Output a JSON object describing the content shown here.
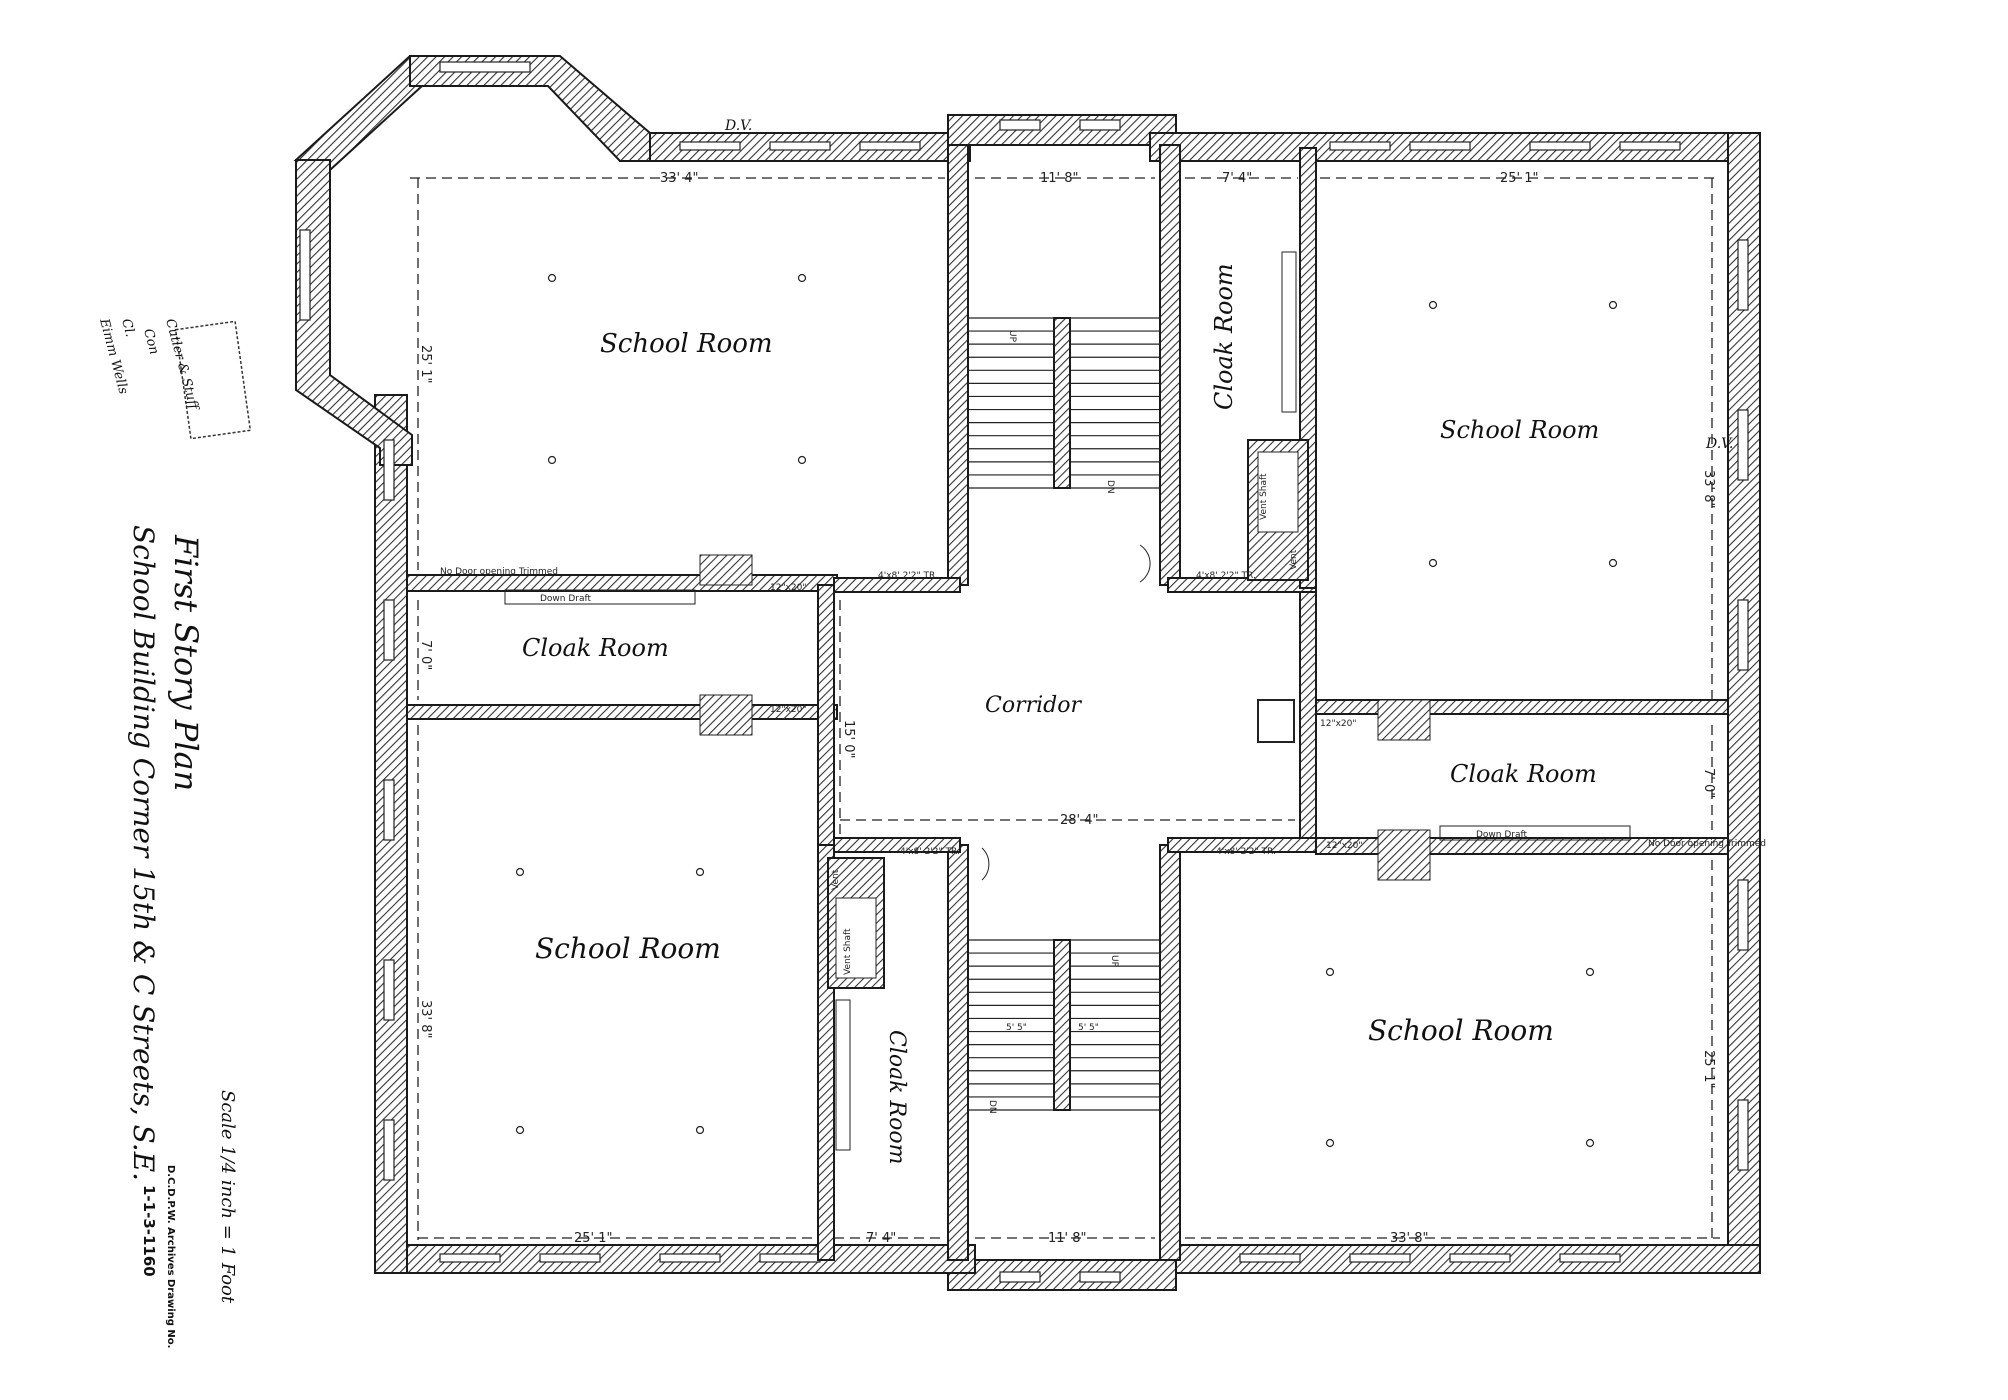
{
  "title": "First Story Plan",
  "subtitle": "School Building Corner 15th & C Streets, S.E.",
  "scale": "Scale 1/4 inch = 1 Foot",
  "archive_label": "D.C.D.P.W. Archives Drawing No.",
  "drawing_number": "1-1-3-1160",
  "rooms": {
    "school_room_nw": "School Room",
    "school_room_ne": "School Room",
    "school_room_sw": "School Room",
    "school_room_se": "School Room",
    "cloak_room_w": "Cloak Room",
    "cloak_room_e": "Cloak Room",
    "cloak_room_n": "Cloak Room",
    "cloak_room_s": "Cloak Room",
    "corridor": "Corridor"
  },
  "dimensions": {
    "nw_width": "33' 4\"",
    "nw_height": "25' 1\"",
    "stair_n_width": "11' 8\"",
    "cloak_n_width": "7' 4\"",
    "ne_width": "25' 1\"",
    "ne_height": "33' 8\"",
    "cloak_w_height": "7' 0\"",
    "corridor_width": "28' 4\"",
    "corridor_height": "15' 0\"",
    "sw_height": "33' 8\"",
    "sw_width": "25' 1\"",
    "cloak_s_width": "7' 4\"",
    "stair_s_width": "11' 8\"",
    "se_width": "33' 8\"",
    "se_height": "25' 1\"",
    "cloak_e_height": "7' 0\"",
    "stair_run_1": "5' 5\"",
    "stair_run_2": "5' 5\""
  },
  "notes": {
    "door_nw": "No Door opening Trimmed",
    "door_se": "No Door opening Trimmed",
    "down_draft_w": "Down Draft",
    "down_draft_e": "Down Draft",
    "vent_shaft_n": "Vent Shaft",
    "vent_shaft_s": "Vent Shaft",
    "vent_n": "Vent",
    "vent_s": "Vent",
    "up_n": "UP",
    "up_s": "UP",
    "dn_n": "DN",
    "dn_s": "DN",
    "door_4x8_a": "4'x8' 2'2\" TR.",
    "door_4x8_b": "4'x8' 2'2\" TR.",
    "door_4x8_c": "4'x8' 2'2\" TR.",
    "door_4x8_d": "4'x8' 2'2\" TR.",
    "flue_a": "12\"x20\"",
    "flue_b": "12\"x20\"",
    "flue_c": "12\"x20\"",
    "flue_d": "12\"x20\""
  },
  "stamp": {
    "lines": [
      "Eimm Wells",
      "Cl.",
      "Con",
      "Cutler & Stuff"
    ]
  },
  "margin_note_ne": "D.V.",
  "margin_note_n": "D.V."
}
